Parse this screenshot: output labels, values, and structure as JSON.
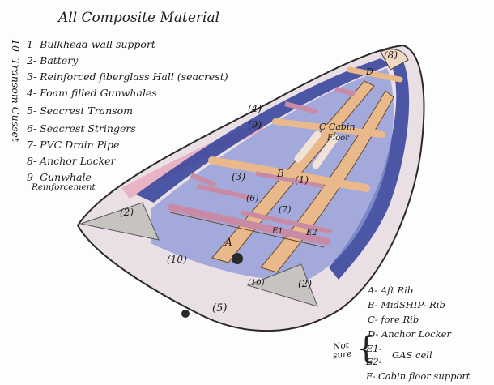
{
  "title": "All Composite Material",
  "legend_left": [
    "1- Bulkhead wall support",
    "2- Battery",
    "3- Reinforced fiberglass Hall (seacrest)",
    "4- Foam filled Gunwhales",
    "5- Seacrest Transom",
    "6- Seacrest Stringers",
    "7- PVC Drain Pipe",
    "8- Anchor Locker",
    "9- Gunwhale",
    "Reinforcement"
  ],
  "vertical_note": "10- Transom Gusset",
  "legend_right": [
    "A- Aft Rib",
    "B- MidSHIP- Rib",
    "C- fore Rib",
    "D- Anchor Locker",
    "E1-",
    "E2-",
    "GAS cell",
    "F- Cabin floor support"
  ],
  "not_sure_note": "Not sure",
  "brace": "{",
  "diagram_labels": {
    "l8": "(8)",
    "lD": "D",
    "l4": "(4)",
    "l9": "(9)",
    "lC": "C Cabin",
    "lFloor": "Floor",
    "l3": "(3)",
    "lB": "B",
    "l1": "(1)",
    "l6": "(6)",
    "l7": "(7)",
    "lE1": "E1",
    "lE2": "E2",
    "l2a": "(2)",
    "lA": "A",
    "l10a": "(10)",
    "l10b": "(10)",
    "l2b": "(2)",
    "l5": "(5)"
  },
  "colors": {
    "hull_outline": "#2a2a2a",
    "gunwale_blue": "#2f3f9a",
    "interior_blue": "#7f8fd6",
    "stringer_tan": "#e9b98c",
    "rib_pink": "#c98aa6",
    "hull_pink": "#e7a7bd",
    "gusset_gray": "#c7c3c0"
  }
}
